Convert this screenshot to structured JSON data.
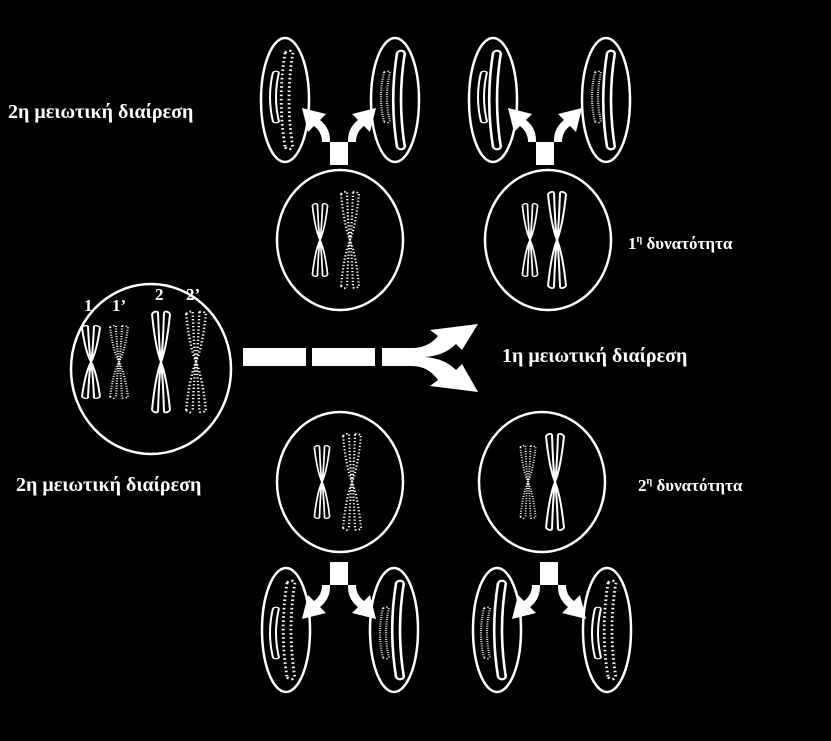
{
  "labels": {
    "second_division_top": "2η μειωτική διαίρεση",
    "second_division_bottom": "2η μειωτική διαίρεση",
    "first_division": "1η μειωτική διαίρεση",
    "possibility_1_num": "1",
    "possibility_1_sup": "η",
    "possibility_1_text": " δυνατότητα",
    "possibility_2_num": "2",
    "possibility_2_sup": "η",
    "possibility_2_text": " δυνατότητα"
  },
  "chromosome_labels": [
    "1",
    "1’",
    "2",
    "2’"
  ],
  "colors": {
    "background": "#000000",
    "foreground": "#ffffff"
  }
}
